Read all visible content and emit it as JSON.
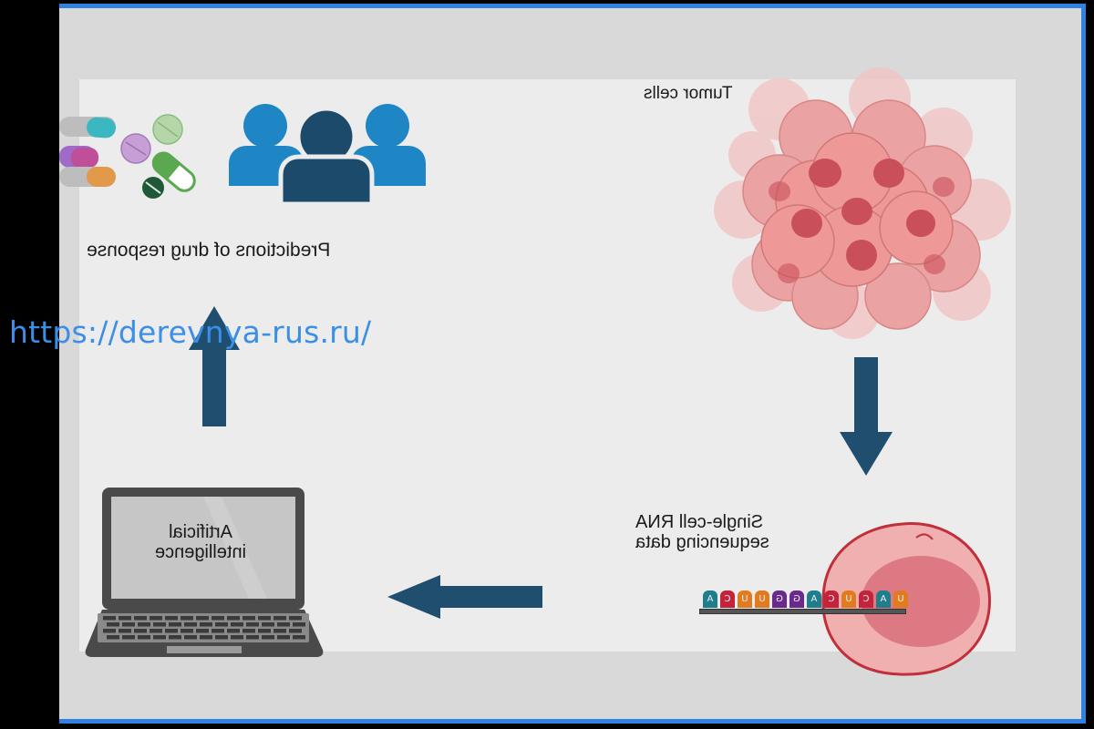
{
  "diagram": {
    "mirrored": true,
    "labels": {
      "predictions": "Predictions of drug response",
      "tumor_cells": "Tumor cells",
      "single_cell_line1": "Single-cell RNA",
      "single_cell_line2": "sequencing data",
      "ai_line1": "Artificial",
      "ai_line2": "intelligence"
    },
    "rna_sequence": [
      "A",
      "C",
      "U",
      "U",
      "G",
      "G",
      "A",
      "C",
      "U",
      "C",
      "A",
      "U"
    ],
    "nucleotide_colors": {
      "A": "#1f7d8c",
      "C": "#c3243c",
      "U": "#e07b1f",
      "G": "#6a2a8c"
    },
    "flow": [
      {
        "from": "tumor_cells",
        "to": "single_cell_rna_sequencing",
        "direction": "down"
      },
      {
        "from": "single_cell_rna_sequencing",
        "to": "artificial_intelligence",
        "direction": "left"
      },
      {
        "from": "artificial_intelligence",
        "to": "predictions_of_drug_response",
        "direction": "up"
      }
    ],
    "colors": {
      "arrow": "#1f4e6e",
      "person_light": "#1f86c6",
      "person_dark": "#1b4a6b",
      "frame_border": "#2f83e0",
      "watermark": "#3b8fe6"
    }
  },
  "watermark": {
    "text": "https://derevnya-rus.ru/"
  }
}
